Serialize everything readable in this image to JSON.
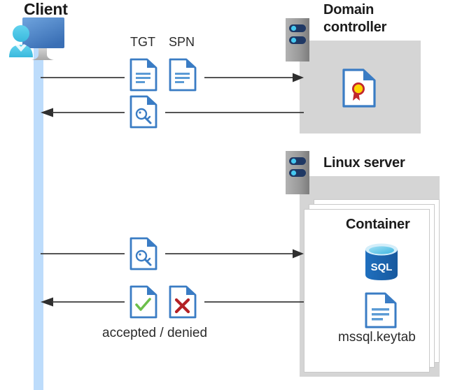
{
  "diagram": {
    "type": "sequence-architecture-diagram",
    "topic": "Kerberos authentication between a client, a domain controller and SQL Server on Linux in a container",
    "actors": {
      "client": {
        "label": "Client",
        "icon": "client-computer-user-icon"
      },
      "domain_controller": {
        "label": "Domain controller",
        "icon": "server-rack-icon",
        "contains_icon": "certificate-document-icon"
      },
      "linux_server": {
        "label": "Linux server",
        "icon": "server-rack-icon"
      }
    },
    "container": {
      "label": "Container",
      "database_icon": "sql-database-icon",
      "database_icon_label": "SQL",
      "keytab_icon": "keytab-document-icon",
      "keytab_label": "mssql.keytab",
      "stack_count": 3
    },
    "flows": [
      {
        "id": "flow-1",
        "direction": "right",
        "from": "client",
        "to": "domain-controller",
        "icons": [
          {
            "name": "tgt-document-icon",
            "label": "TGT"
          },
          {
            "name": "spn-document-icon",
            "label": "SPN"
          }
        ]
      },
      {
        "id": "flow-2",
        "direction": "left",
        "from": "domain-controller",
        "to": "client",
        "icons": [
          {
            "name": "key-document-icon",
            "label": ""
          }
        ]
      },
      {
        "id": "flow-3",
        "direction": "right",
        "from": "client",
        "to": "linux-server",
        "icons": [
          {
            "name": "key-document-icon",
            "label": ""
          }
        ]
      },
      {
        "id": "flow-4",
        "direction": "left",
        "from": "linux-server",
        "to": "client",
        "caption": "accepted / denied",
        "icons": [
          {
            "name": "accepted-document-icon",
            "label": ""
          },
          {
            "name": "denied-document-icon",
            "label": ""
          }
        ]
      }
    ],
    "colors": {
      "lifeline": "#bddcfb",
      "box_gray": "#d5d5d5",
      "server_gray": "#9a9a9a",
      "doc_blue": "#3a7cc4",
      "doc_line_blue": "#5b9bd5",
      "accent_navy": "#1f3864",
      "accent_cyan": "#41c6f0",
      "check_green": "#6cbf4b",
      "cross_red": "#b32025",
      "ribbon_yellow": "#ffd400",
      "ribbon_red": "#c1272d",
      "sql_blue": "#1d6bbf",
      "arrow": "#3b3b3b",
      "text_dark": "#1b1b1b"
    }
  }
}
